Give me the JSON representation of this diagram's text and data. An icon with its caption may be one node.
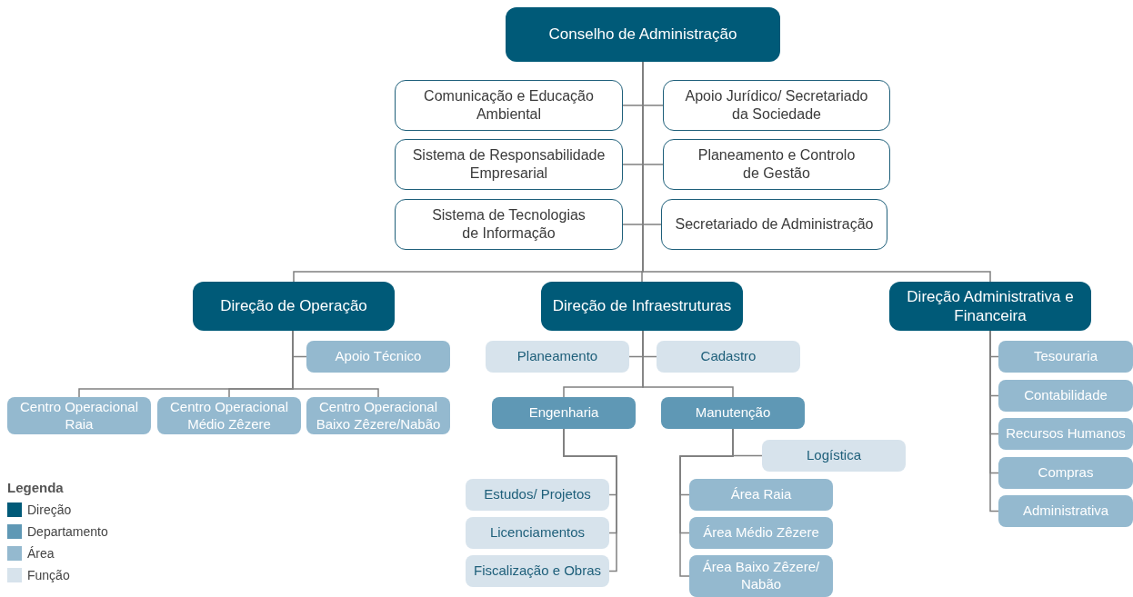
{
  "diagram": {
    "nodes": [
      {
        "text": [
          "Conselho de Administração"
        ]
      },
      {
        "text": [
          "Comunicação e Educação Ambiental"
        ]
      },
      {
        "text": [
          "Apoio Jurídico/ Secretariado da Sociedade"
        ]
      },
      {
        "text": [
          "Sistema de Responsabilidade Empresarial"
        ]
      },
      {
        "text": [
          "Planeamento e Controlo de Gestão"
        ]
      },
      {
        "text": [
          "Sistema de Tecnologias de Informação"
        ]
      },
      {
        "text": [
          "Secretariado de Administração"
        ]
      },
      {
        "text": [
          "Direção de Operação"
        ]
      },
      {
        "text": [
          "Direção de Infraestruturas"
        ]
      },
      {
        "text": [
          "Direção Administrativa e Financeira"
        ]
      },
      {
        "text": [
          "Apoio Técnico"
        ]
      },
      {
        "text": [
          "Centro Operacional Raia"
        ]
      },
      {
        "text": [
          "Centro Operacional Médio Zêzere"
        ]
      },
      {
        "text": [
          "Centro Operacional Baixo Zêzere/Nabão"
        ]
      },
      {
        "text": [
          "Planeamento"
        ]
      },
      {
        "text": [
          "Cadastro"
        ]
      },
      {
        "text": [
          "Engenharia"
        ]
      },
      {
        "text": [
          "Manutenção"
        ]
      },
      {
        "text": [
          "Estudos/ Projetos"
        ]
      },
      {
        "text": [
          "Licenciamentos"
        ]
      },
      {
        "text": [
          "Fiscalização e Obras"
        ]
      },
      {
        "text": [
          "Logística"
        ]
      },
      {
        "text": [
          "Área Raia"
        ]
      },
      {
        "text": [
          "Área Médio Zêzere"
        ]
      },
      {
        "text": [
          "Área Baixo Zêzere/ Nabão"
        ]
      },
      {
        "text": [
          "Tesouraria"
        ]
      },
      {
        "text": [
          "Contabilidade"
        ]
      },
      {
        "text": [
          "Recursos Humanos"
        ]
      },
      {
        "text": [
          "Compras"
        ]
      },
      {
        "text": [
          "Administrativa"
        ]
      }
    ],
    "edges": [
      {
        "from": 0,
        "to": 1,
        "arrow": "none"
      },
      {
        "from": 0,
        "to": 2,
        "arrow": "none"
      },
      {
        "from": 0,
        "to": 3,
        "arrow": "none"
      },
      {
        "from": 0,
        "to": 4,
        "arrow": "none"
      },
      {
        "from": 0,
        "to": 5,
        "arrow": "none"
      },
      {
        "from": 0,
        "to": 6,
        "arrow": "none"
      },
      {
        "from": 0,
        "to": 7,
        "arrow": "none"
      },
      {
        "from": 0,
        "to": 8,
        "arrow": "none"
      },
      {
        "from": 0,
        "to": 9,
        "arrow": "none"
      },
      {
        "from": 7,
        "to": 10,
        "arrow": "none"
      },
      {
        "from": 7,
        "to": 11,
        "arrow": "none"
      },
      {
        "from": 7,
        "to": 12,
        "arrow": "none"
      },
      {
        "from": 7,
        "to": 13,
        "arrow": "none"
      },
      {
        "from": 8,
        "to": 14,
        "arrow": "none"
      },
      {
        "from": 8,
        "to": 15,
        "arrow": "none"
      },
      {
        "from": 8,
        "to": 16,
        "arrow": "none"
      },
      {
        "from": 8,
        "to": 17,
        "arrow": "none"
      },
      {
        "from": 16,
        "to": 18,
        "arrow": "none"
      },
      {
        "from": 16,
        "to": 19,
        "arrow": "none"
      },
      {
        "from": 16,
        "to": 20,
        "arrow": "none"
      },
      {
        "from": 17,
        "to": 21,
        "arrow": "none"
      },
      {
        "from": 17,
        "to": 22,
        "arrow": "none"
      },
      {
        "from": 17,
        "to": 23,
        "arrow": "none"
      },
      {
        "from": 17,
        "to": 24,
        "arrow": "none"
      },
      {
        "from": 9,
        "to": 25,
        "arrow": "none"
      },
      {
        "from": 9,
        "to": 26,
        "arrow": "none"
      },
      {
        "from": 9,
        "to": 27,
        "arrow": "none"
      },
      {
        "from": 9,
        "to": 28,
        "arrow": "none"
      },
      {
        "from": 9,
        "to": 29,
        "arrow": "none"
      }
    ],
    "labels": [
      "Legenda"
    ],
    "legend": [
      {
        "text": "Direção",
        "color": "#005a78"
      },
      {
        "text": "Departamento",
        "color": "#5f98b5"
      },
      {
        "text": "Área",
        "color": "#94b9cf"
      },
      {
        "text": "Função",
        "color": "#d7e3ec"
      }
    ]
  }
}
